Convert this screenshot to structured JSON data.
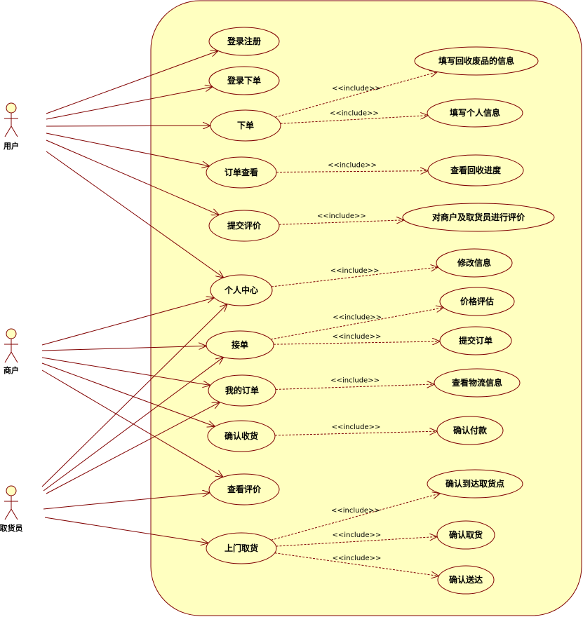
{
  "colors": {
    "boundary_fill": "#ffffc0",
    "stroke": "#800000",
    "ellipse_fill": "#ffffc0",
    "actor_fill": "#ffffc0"
  },
  "actors": [
    {
      "id": "user",
      "label": "用户",
      "icon": "stick-figure-icon"
    },
    {
      "id": "merchant",
      "label": "商户",
      "icon": "stick-figure-icon"
    },
    {
      "id": "collector",
      "label": "取货员",
      "icon": "stick-figure-icon"
    }
  ],
  "use_cases": [
    {
      "id": "login",
      "label": "登录注册"
    },
    {
      "id": "login_order",
      "label": "登录下单"
    },
    {
      "id": "place_order",
      "label": "下单"
    },
    {
      "id": "order_view",
      "label": "订单查看"
    },
    {
      "id": "submit_review",
      "label": "提交评价"
    },
    {
      "id": "personal_center",
      "label": "个人中心"
    },
    {
      "id": "accept_order",
      "label": "接单"
    },
    {
      "id": "my_orders",
      "label": "我的订单"
    },
    {
      "id": "confirm_receipt",
      "label": "确认收货"
    },
    {
      "id": "view_reviews",
      "label": "查看评价"
    },
    {
      "id": "pickup",
      "label": "上门取货"
    },
    {
      "id": "fill_waste_info",
      "label": "填写回收废品的信息"
    },
    {
      "id": "fill_personal_info",
      "label": "填写个人信息"
    },
    {
      "id": "view_progress",
      "label": "查看回收进度"
    },
    {
      "id": "rate_merchant",
      "label": "对商户及取货员进行评价"
    },
    {
      "id": "modify_info",
      "label": "修改信息"
    },
    {
      "id": "price_eval",
      "label": "价格评估"
    },
    {
      "id": "submit_order",
      "label": "提交订单"
    },
    {
      "id": "view_logistics",
      "label": "查看物流信息"
    },
    {
      "id": "confirm_payment",
      "label": "确认付款"
    },
    {
      "id": "confirm_arrival",
      "label": "确认到达取货点"
    },
    {
      "id": "confirm_pickup",
      "label": "确认取货"
    },
    {
      "id": "confirm_delivery",
      "label": "确认送达"
    }
  ],
  "associations": [
    {
      "from": "user",
      "to": "login"
    },
    {
      "from": "user",
      "to": "login_order"
    },
    {
      "from": "user",
      "to": "place_order"
    },
    {
      "from": "user",
      "to": "order_view"
    },
    {
      "from": "user",
      "to": "submit_review"
    },
    {
      "from": "user",
      "to": "personal_center"
    },
    {
      "from": "merchant",
      "to": "personal_center"
    },
    {
      "from": "merchant",
      "to": "accept_order"
    },
    {
      "from": "merchant",
      "to": "my_orders"
    },
    {
      "from": "merchant",
      "to": "confirm_receipt"
    },
    {
      "from": "merchant",
      "to": "view_reviews"
    },
    {
      "from": "collector",
      "to": "personal_center"
    },
    {
      "from": "collector",
      "to": "accept_order"
    },
    {
      "from": "collector",
      "to": "my_orders"
    },
    {
      "from": "collector",
      "to": "view_reviews"
    },
    {
      "from": "collector",
      "to": "pickup"
    }
  ],
  "includes": [
    {
      "from": "place_order",
      "to": "fill_waste_info",
      "label": "<<include>>"
    },
    {
      "from": "place_order",
      "to": "fill_personal_info",
      "label": "<<include>>"
    },
    {
      "from": "order_view",
      "to": "view_progress",
      "label": "<<include>>"
    },
    {
      "from": "submit_review",
      "to": "rate_merchant",
      "label": "<<include>>"
    },
    {
      "from": "personal_center",
      "to": "modify_info",
      "label": "<<include>>"
    },
    {
      "from": "accept_order",
      "to": "price_eval",
      "label": "<<include>>"
    },
    {
      "from": "accept_order",
      "to": "submit_order",
      "label": "<<include>>"
    },
    {
      "from": "my_orders",
      "to": "view_logistics",
      "label": "<<include>>"
    },
    {
      "from": "confirm_receipt",
      "to": "confirm_payment",
      "label": "<<include>>"
    },
    {
      "from": "pickup",
      "to": "confirm_arrival",
      "label": "<<include>>"
    },
    {
      "from": "pickup",
      "to": "confirm_pickup",
      "label": "<<include>>"
    },
    {
      "from": "pickup",
      "to": "confirm_delivery",
      "label": "<<include>>"
    }
  ]
}
